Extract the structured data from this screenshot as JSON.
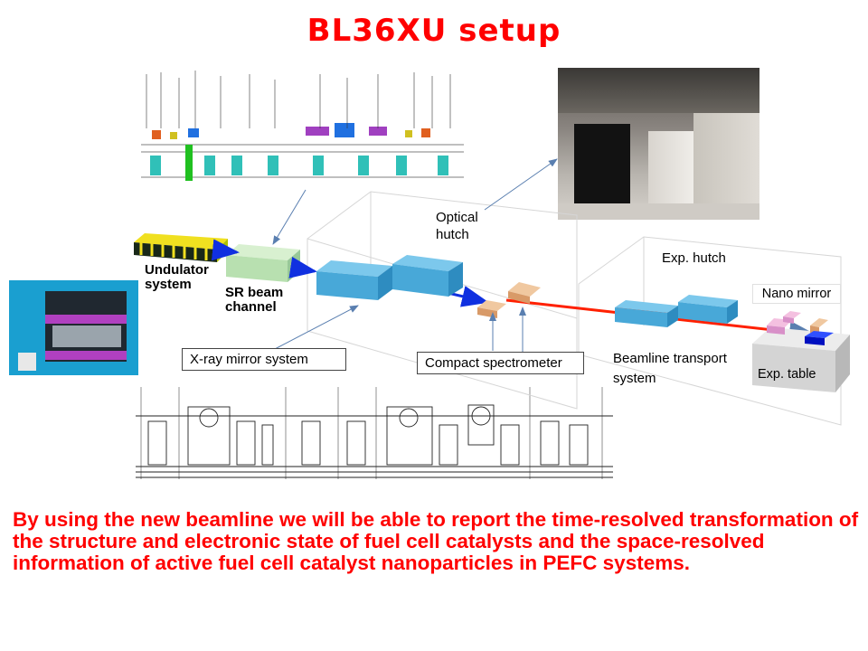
{
  "title": "BL36XU setup",
  "labels": {
    "optical_hutch": "Optical hutch",
    "exp_hutch": "Exp. hutch",
    "undulator": "Undulator system",
    "sr_beam": "SR beam channel",
    "xray_mirror": "X-ray mirror system",
    "compact_spectrometer": "Compact spectrometer",
    "beamline_transport": "Beamline transport system",
    "nano_mirror": "Nano mirror",
    "exp_table": "Exp. table"
  },
  "summary": "By using the new beamline  we will be able to report the time-resolved transformation of the structure and electronic state of  fuel cell catalysts and the space-resolved  information of active fuel cell catalyst nanoparticles in PEFC systems.",
  "colors": {
    "title": "#ff0000",
    "summary": "#ff0000",
    "beam_blue": "#1030e0",
    "beam_red": "#ff2000",
    "component": "#4aa8d8"
  }
}
